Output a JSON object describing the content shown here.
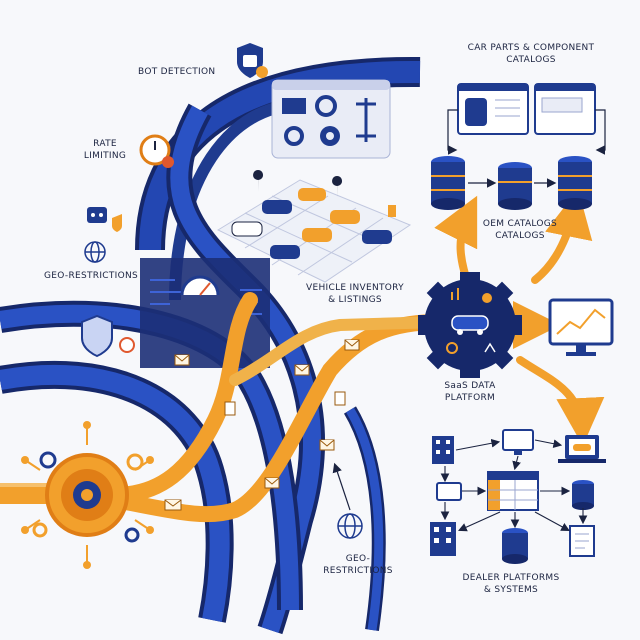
{
  "labels": {
    "bot_detection": "BOT DETECTION",
    "rate_limiting_1": "RATE",
    "rate_limiting_2": "LIMITING",
    "geo_restrictions_left": "GEO-RESTRICTIONS",
    "car_parts_1": "CAR PARTS & COMPONENT",
    "car_parts_2": "CATALOGS",
    "oem_1": "OEM CATALOGS",
    "oem_2": "CATALOGS",
    "vehicle_1": "VEHICLE INVENTORY",
    "vehicle_2": "& LISTINGS",
    "saas_1": "SaaS DATA",
    "saas_2": "PLATFORM",
    "geo_bottom_1": "GEO-",
    "geo_bottom_2": "RESTRICTIONS",
    "dealer_1": "DEALER PLATFORMS",
    "dealer_2": "& SYSTEMS"
  },
  "colors": {
    "navy": "#1f3b8f",
    "navy_dark": "#16286a",
    "orange": "#f2a02c",
    "orange_dark": "#e07e16",
    "red": "#e0582e",
    "panel": "#e9ecf6"
  },
  "icons": [
    "shield-check-icon",
    "stopwatch-icon",
    "robot-icon",
    "globe-icon",
    "gauge-icon",
    "engine-icon",
    "gear-icon",
    "tire-icon",
    "chassis-icon",
    "car-icon",
    "map-pin-icon",
    "database-icon",
    "browser-window-icon",
    "monitor-chart-icon",
    "laptop-car-icon",
    "building-icon",
    "spreadsheet-icon",
    "document-icon",
    "envelope-icon",
    "processor-gear-icon"
  ]
}
